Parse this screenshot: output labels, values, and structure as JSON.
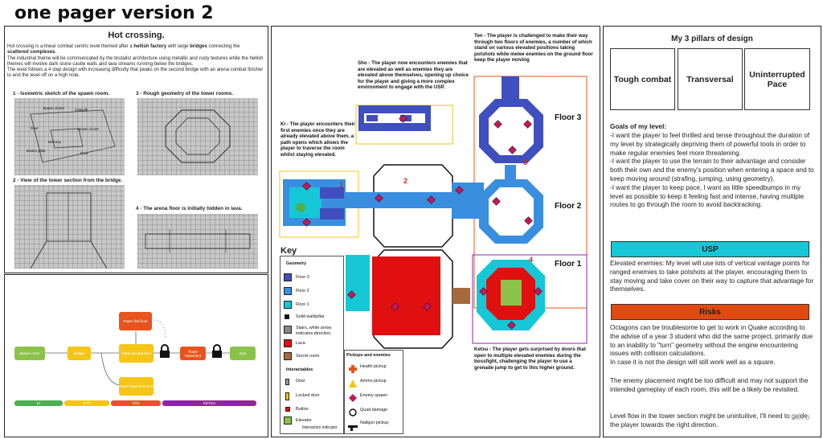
{
  "title": "one pager version 2",
  "left_panel": {
    "heading": "Hot crossing.",
    "intro_p1_a": "Hot crossing is a linear combat centric level themed after a ",
    "intro_p1_b": "hellish factory",
    "intro_p1_c": " with large ",
    "intro_p1_d": "bridges",
    "intro_p1_e": " connecting the",
    "intro_p1_f": "scattered complexes",
    "intro_p2": "The industrial theme will be communicated by the brutalist architecture using metallic and rusty textures while the hellish themes will involve dark stone castle walls and lava streams running below the bridges.",
    "intro_p3": "The level follows a 4 step design with increasing difficulty that peaks on the second bridge with an arena combat finisher to end the level off on a high note.",
    "sketches": [
      {
        "caption": "1 - Isometric sketch of the spawn room.",
        "labels": [
          "Spawn closet",
          "Catwalk",
          "Door",
          "Spawn closet",
          "Balcony",
          "Button pillar",
          "Door"
        ]
      },
      {
        "caption": "3 - Rough geometry of the tower rooms."
      },
      {
        "caption": "2 - View of the tower section from the bridge."
      },
      {
        "caption": "4 - The arena floor is initially hidden in lava."
      }
    ]
  },
  "flow": {
    "nodes": [
      "Spawn room",
      "Bridge",
      "Tower first floor",
      "Tower ground floor",
      "Tower basement entr",
      "Tower basement",
      "Exit"
    ],
    "legend": [
      "KI",
      "SHO",
      "TEN",
      "KETSU"
    ]
  },
  "map": {
    "ki_desc": "Ki - The player encounters their first enemies once they are already elevated above them, a path opens which allows the player to traverse the room whilst staying elevated.",
    "sho_desc": "Sho - The player now encounters enemies that are elevated as well as enemies they are elevated above themselves, opening up choice for the player and giving a more complex environment to engage with the USP.",
    "ten_desc": "Ten - The player is challenged to make their way through two floors of enemies, a number of which stand on various elevated positions taking potshots while melee enemies on the ground floor keep the player moving",
    "ketsu_desc": "Ketsu - The player gets surprised by doors that open to multiple elevated enemies during the bossfight, challenging the player to use a grenade jump to get to this higher ground.",
    "floor3": "Floor 3",
    "floor2": "Floor 2",
    "floor1": "Floor 1",
    "numbers": [
      "1",
      "2",
      "3",
      "4"
    ]
  },
  "key": {
    "heading": "Key",
    "geometry_title": "Geometry",
    "geometry": [
      "Floor 3",
      "Floor 2",
      "Floor 1",
      "Solid wall/pillar",
      "Stairs, white arrow indicates direction.",
      "Lava",
      "Secret room"
    ],
    "interactables_title": "Interactables",
    "interactables": [
      "Door",
      "Locked door",
      "Button",
      "Elevator",
      "Interaction indicator"
    ],
    "pickups_title": "Pickups and enemies",
    "pickups": [
      "Health pickup",
      "Ammo pickup",
      "Enemy spawn",
      "Quad damage",
      "Nailgun pickup"
    ]
  },
  "right_panel": {
    "heading": "My 3 pillars of design",
    "pillars": [
      "Tough combat",
      "Transversal",
      "Uninterrupted Pace"
    ],
    "goals_title": "Goals of my level:",
    "goals_text": "-I want the player to feel thrilled and tense throughout the duration of my level by strategically depriving them of powerful tools in order to make regular enemies feel more threatening.\n-I want the player to use the terrain to their advantage and consider both their own and the enemy's position when entering a space and to keep moving around (strafing, jumping, using geometry).\n-I want the player to keep pace, I want as little speedbumps in my level as possible to keep it feeling fast and intense, having multiple routes to go through the room to avoid backtracking.",
    "usp_label": "USP",
    "usp_text": "Elevated enemies: My level will use lots of vertical vantage points for ranged enemies to take potshots at the player, encouraging them to stay moving and take cover on their way to capture that advantage for themselves.",
    "risks_label": "Risks",
    "risks_text1": "Octagons can be troublesome to get to work in Quake according to the advise of a year 3 student who did the same project, primarily due to an inability to \"turn\" geometry without the engine encountering issues with collision calculations.\nIn case it is not the design will still work well as a square.",
    "risks_text2": "The enemy placement might be too difficult and may not support the intended gameplay of each room, this will be a likely be revisited.",
    "risks_text3": "Level flow in the tower section might be unintuitive, I'll need to guide the player towards the right direction.",
    "watermark": "miro"
  },
  "colors": {
    "floor3": "#3f4fc0",
    "floor2": "#3a8ee0",
    "floor1": "#16c7d6",
    "lava": "#e01010",
    "usp": "#18c7d6",
    "risks": "#e04a10",
    "ki": "#4caf50",
    "sho": "#f5c518",
    "ten": "#e8541e",
    "ketsu": "#8e24aa"
  }
}
